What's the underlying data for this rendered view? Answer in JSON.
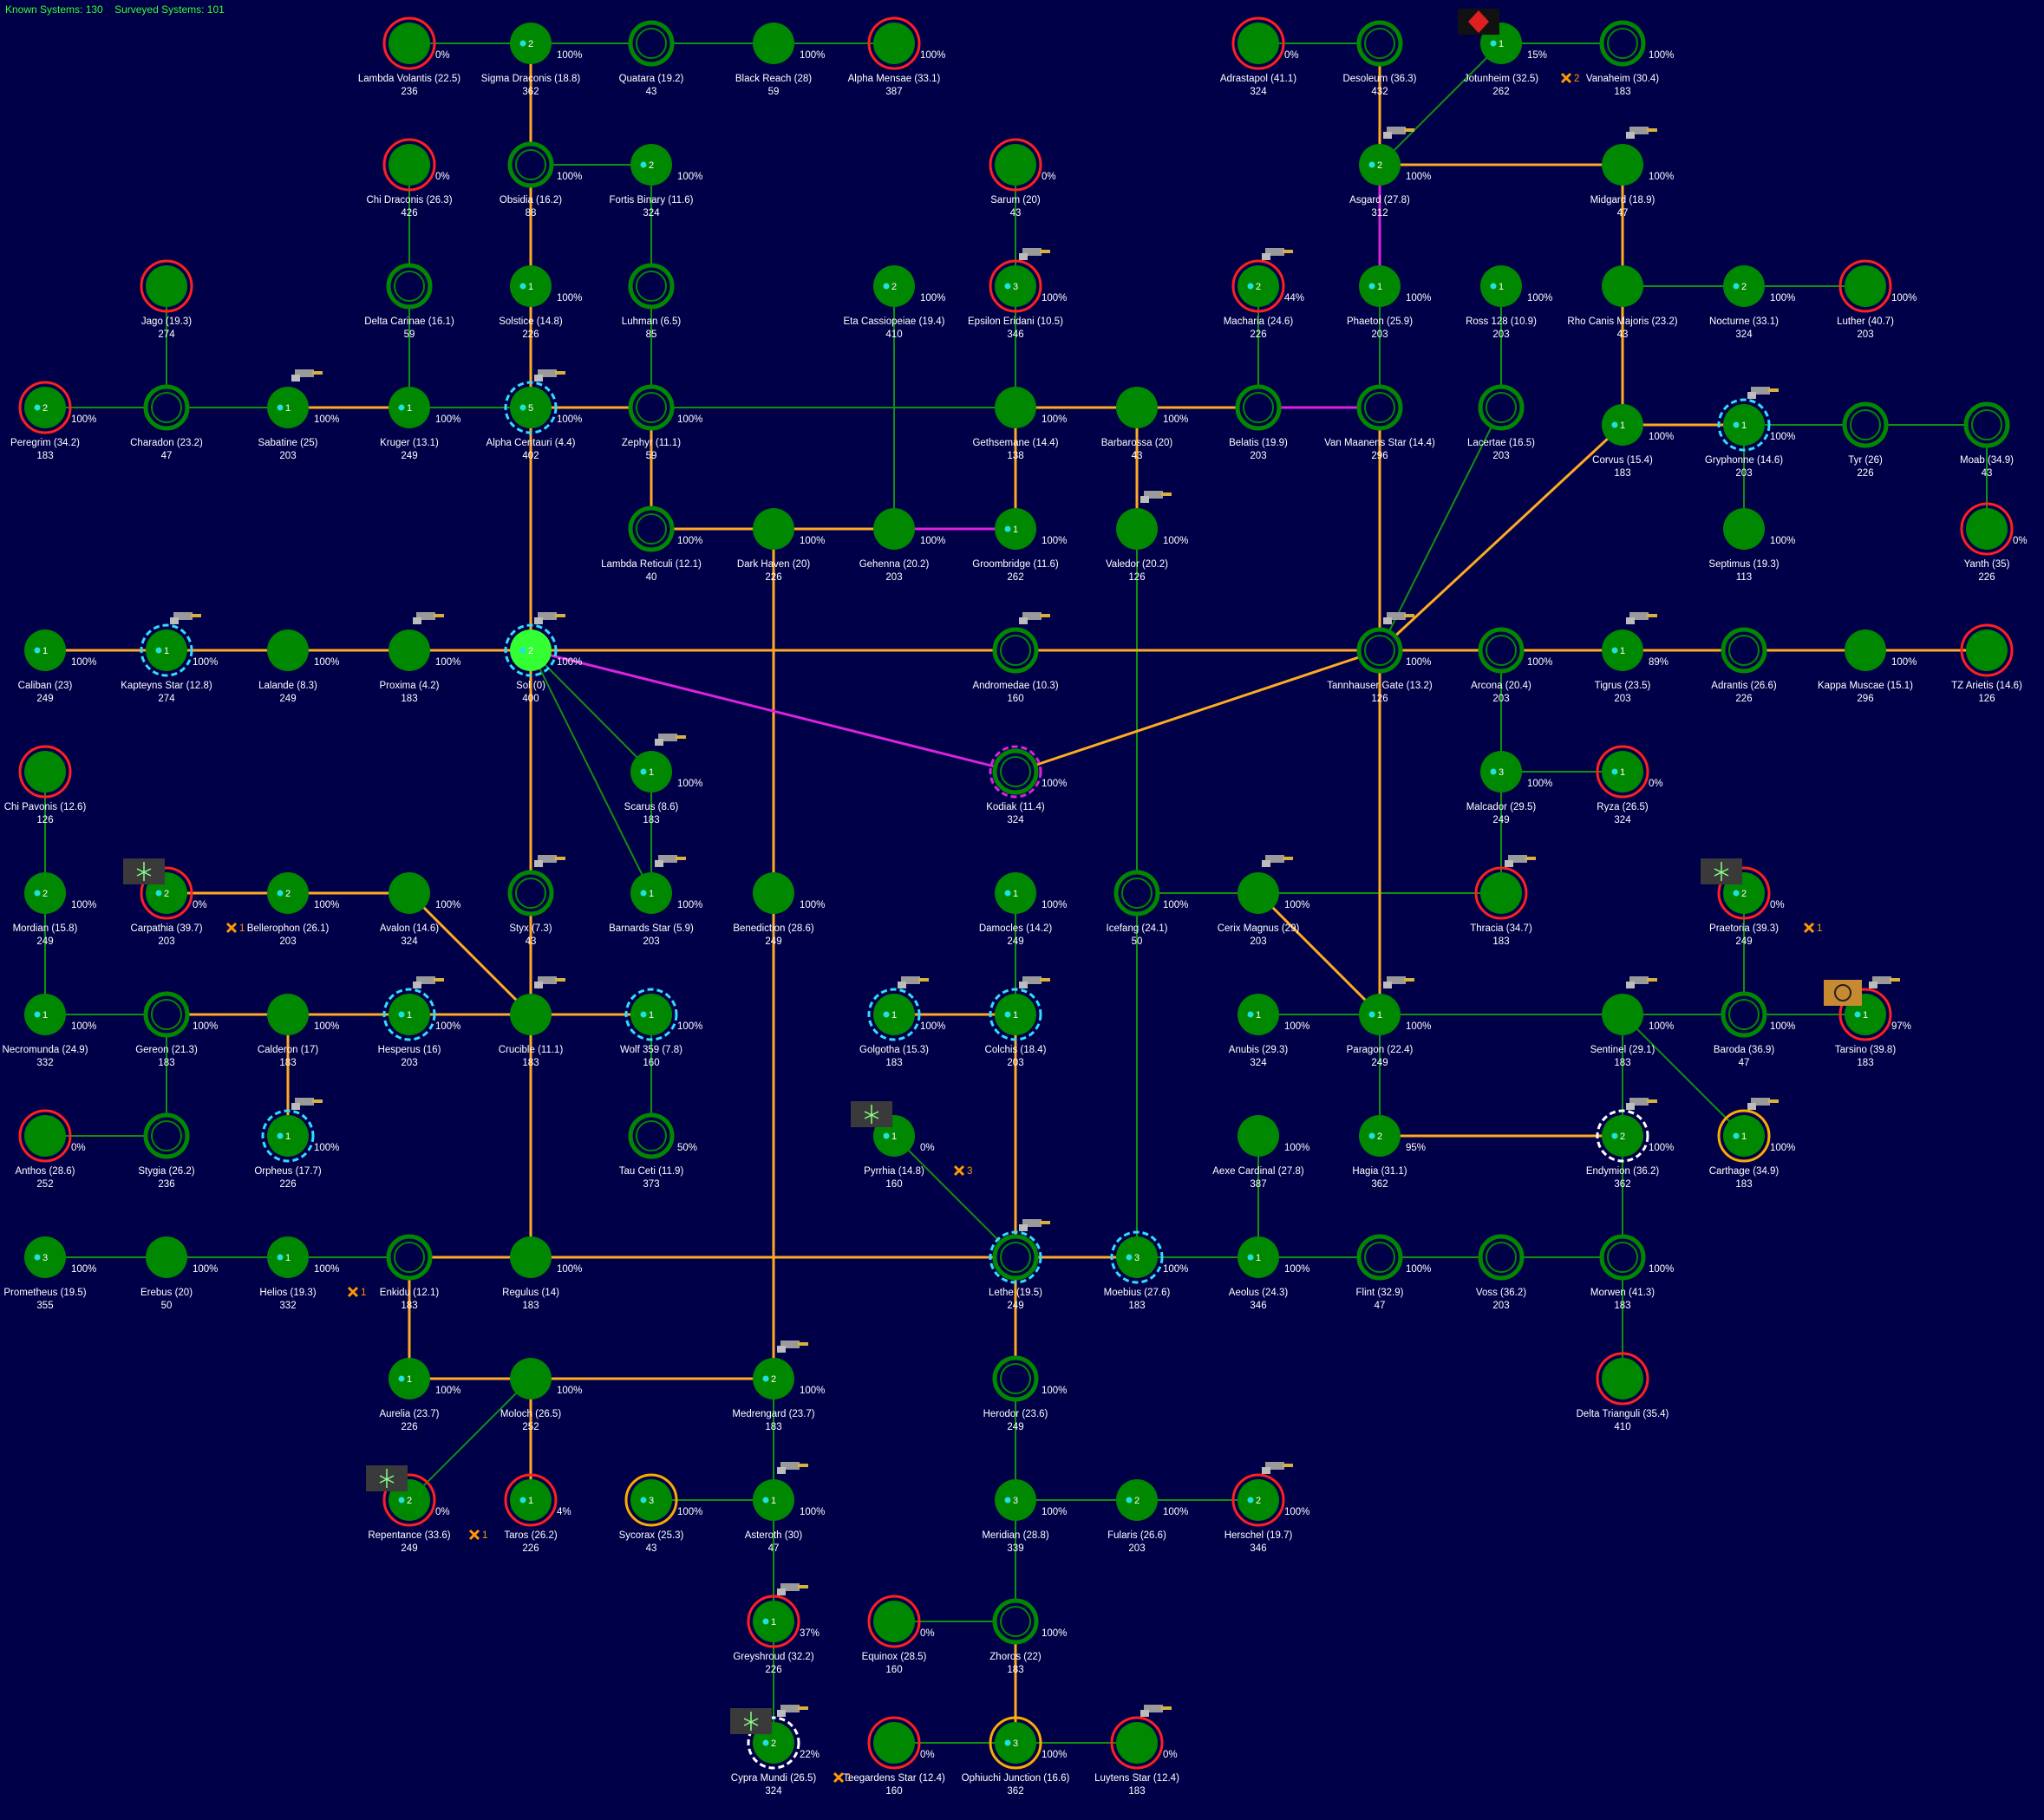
{
  "header": {
    "known_label": "Known Systems: 130",
    "surveyed_label": "Surveyed Systems: 101"
  },
  "colors": {
    "background": "#000048",
    "system_fill": "#008800",
    "lane_green": "#109010",
    "lane_orange": "#ffaa22",
    "lane_magenta": "#dd22dd",
    "ring_red": "#ff2020",
    "ring_cyan": "#33ddff",
    "ring_gold": "#ffaa00",
    "ring_white": "#ffffff",
    "hud_text": "#33ff33"
  },
  "icons": {
    "ship": "ship-icon",
    "waypoint": "waypoint-icon",
    "hazard": "hazard-icon",
    "ruins": "ruins-icon",
    "shield": "shield-icon"
  },
  "systems": [
    {
      "id": "lambda-volantis",
      "name": "Lambda Volantis  (22.5)",
      "pop": "236",
      "pct": "0%",
      "ring": "red"
    },
    {
      "id": "sigma-draconis",
      "name": "Sigma Draconis  (18.8)",
      "pop": "362",
      "pct": "100%",
      "bodies": "2"
    },
    {
      "id": "quatara",
      "name": "Quatara  (19.2)",
      "pop": "43",
      "pct": "",
      "ring": "none",
      "hollow": true
    },
    {
      "id": "black-reach",
      "name": "Black Reach  (28)",
      "pop": "59",
      "pct": "100%"
    },
    {
      "id": "alpha-mensae",
      "name": "Alpha Mensae  (33.1)",
      "pop": "387",
      "pct": "100%",
      "ring": "red"
    },
    {
      "id": "adrastapol",
      "name": "Adrastapol  (41.1)",
      "pop": "324",
      "pct": "0%",
      "ring": "red"
    },
    {
      "id": "desoleum",
      "name": "Desoleum  (36.3)",
      "pop": "432",
      "pct": "",
      "hollow": true
    },
    {
      "id": "jotunheim",
      "name": "Jotunheim  (32.5)",
      "pop": "262",
      "pct": "15%",
      "bodies": "1",
      "extra": "2"
    },
    {
      "id": "vanaheim",
      "name": "Vanaheim  (30.4)",
      "pop": "183",
      "pct": "100%",
      "hollow": true
    },
    {
      "id": "chi-draconis",
      "name": "Chi Draconis  (26.3)",
      "pop": "426",
      "pct": "0%",
      "ring": "red"
    },
    {
      "id": "obsidia",
      "name": "Obsidia  (16.2)",
      "pop": "88",
      "pct": "100%",
      "hollow": true
    },
    {
      "id": "fortis-binary",
      "name": "Fortis Binary  (11.6)",
      "pop": "324",
      "pct": "100%",
      "bodies": "2"
    },
    {
      "id": "sarum",
      "name": "Sarum  (20)",
      "pop": "43",
      "pct": "0%",
      "ring": "red"
    },
    {
      "id": "asgard",
      "name": "Asgard  (27.8)",
      "pop": "312",
      "pct": "100%",
      "bodies": "2"
    },
    {
      "id": "midgard",
      "name": "Midgard  (18.9)",
      "pop": "47",
      "pct": "100%"
    },
    {
      "id": "jago",
      "name": "Jago  (19.3)",
      "pop": "274",
      "pct": "",
      "ring": "red"
    },
    {
      "id": "delta-carinae",
      "name": "Delta Carinae  (16.1)",
      "pop": "59",
      "pct": "",
      "hollow": true
    },
    {
      "id": "solstice",
      "name": "Solstice  (14.8)",
      "pop": "226",
      "pct": "100%",
      "bodies": "1"
    },
    {
      "id": "luhman",
      "name": "Luhman  (6.5)",
      "pop": "85",
      "pct": "",
      "hollow": true
    },
    {
      "id": "eta-cassiopeiae",
      "name": "Eta Cassiopeiae  (19.4)",
      "pop": "410",
      "pct": "100%",
      "bodies": "2"
    },
    {
      "id": "epsilon-eridani",
      "name": "Epsilon Eridani  (10.5)",
      "pop": "346",
      "pct": "100%",
      "bodies": "3",
      "ring": "red"
    },
    {
      "id": "macharia",
      "name": "Macharia  (24.6)",
      "pop": "226",
      "pct": "44%",
      "bodies": "2",
      "ring": "red"
    },
    {
      "id": "phaeton",
      "name": "Phaeton  (25.9)",
      "pop": "203",
      "pct": "100%",
      "bodies": "1"
    },
    {
      "id": "ross-128",
      "name": "Ross 128  (10.9)",
      "pop": "203",
      "pct": "100%",
      "bodies": "1"
    },
    {
      "id": "rho-canis-majoris",
      "name": "Rho Canis Majoris  (23.2)",
      "pop": "43",
      "pct": ""
    },
    {
      "id": "nocturne",
      "name": "Nocturne  (33.1)",
      "pop": "324",
      "pct": "100%",
      "bodies": "2"
    },
    {
      "id": "luther",
      "name": "Luther  (40.7)",
      "pop": "203",
      "pct": "100%",
      "ring": "red"
    },
    {
      "id": "peregrim",
      "name": "Peregrim  (34.2)",
      "pop": "183",
      "pct": "100%",
      "bodies": "2",
      "ring": "red"
    },
    {
      "id": "charadon",
      "name": "Charadon  (23.2)",
      "pop": "47",
      "pct": "",
      "hollow": true
    },
    {
      "id": "sabatine",
      "name": "Sabatine  (25)",
      "pop": "203",
      "pct": "100%",
      "bodies": "1"
    },
    {
      "id": "kruger",
      "name": "Kruger  (13.1)",
      "pop": "249",
      "pct": "100%",
      "bodies": "1"
    },
    {
      "id": "alpha-centauri",
      "name": "Alpha Centauri  (4.4)",
      "pop": "402",
      "pct": "100%",
      "bodies": "5",
      "ring": "cyan"
    },
    {
      "id": "zephyr",
      "name": "Zephyr  (11.1)",
      "pop": "59",
      "pct": "100%",
      "hollow": true
    },
    {
      "id": "gethsemane",
      "name": "Gethsemane  (14.4)",
      "pop": "138",
      "pct": "100%"
    },
    {
      "id": "barbarossa",
      "name": "Barbarossa  (20)",
      "pop": "43",
      "pct": "100%"
    },
    {
      "id": "belatis",
      "name": "Belatis  (19.9)",
      "pop": "203",
      "pct": "",
      "hollow": true
    },
    {
      "id": "van-maanens-star",
      "name": "Van Maanens Star  (14.4)",
      "pop": "296",
      "pct": "",
      "hollow": true
    },
    {
      "id": "lacertae",
      "name": "Lacertae  (16.5)",
      "pop": "203",
      "pct": "",
      "hollow": true
    },
    {
      "id": "corvus",
      "name": "Corvus  (15.4)",
      "pop": "183",
      "pct": "100%",
      "bodies": "1"
    },
    {
      "id": "gryphonne",
      "name": "Gryphonne  (14.6)",
      "pop": "203",
      "pct": "100%",
      "bodies": "1",
      "ring": "cyan"
    },
    {
      "id": "tyr",
      "name": "Tyr  (26)",
      "pop": "226",
      "pct": "",
      "hollow": true
    },
    {
      "id": "moab",
      "name": "Moab  (34.9)",
      "pop": "43",
      "pct": "",
      "hollow": true
    },
    {
      "id": "lambda-reticuli",
      "name": "Lambda Reticuli  (12.1)",
      "pop": "40",
      "pct": "100%",
      "hollow": true
    },
    {
      "id": "dark-haven",
      "name": "Dark Haven  (20)",
      "pop": "226",
      "pct": "100%"
    },
    {
      "id": "gehenna",
      "name": "Gehenna  (20.2)",
      "pop": "203",
      "pct": "100%"
    },
    {
      "id": "groombridge",
      "name": "Groombridge  (11.6)",
      "pop": "262",
      "pct": "100%",
      "bodies": "1"
    },
    {
      "id": "valedor",
      "name": "Valedor  (20.2)",
      "pop": "126",
      "pct": "100%"
    },
    {
      "id": "septimus",
      "name": "Septimus  (19.3)",
      "pop": "113",
      "pct": "100%"
    },
    {
      "id": "yanth",
      "name": "Yanth  (35)",
      "pop": "226",
      "pct": "0%",
      "ring": "red"
    },
    {
      "id": "caliban",
      "name": "Caliban  (23)",
      "pop": "249",
      "pct": "100%",
      "bodies": "1"
    },
    {
      "id": "kapteyns-star",
      "name": "Kapteyns Star  (12.8)",
      "pop": "274",
      "pct": "100%",
      "bodies": "1",
      "ring": "cyan"
    },
    {
      "id": "lalande",
      "name": "Lalande  (8.3)",
      "pop": "249",
      "pct": "100%"
    },
    {
      "id": "proxima",
      "name": "Proxima  (4.2)",
      "pop": "183",
      "pct": "100%"
    },
    {
      "id": "sol",
      "name": "Sol  (0)",
      "pop": "400",
      "pct": "100%",
      "bodies": "2",
      "ring": "cyan",
      "home": true
    },
    {
      "id": "andromedae",
      "name": "Andromedae  (10.3)",
      "pop": "160",
      "pct": "",
      "hollow": true
    },
    {
      "id": "tannhauser-gate",
      "name": "Tannhauser Gate  (13.2)",
      "pop": "126",
      "pct": "100%",
      "hollow": true
    },
    {
      "id": "arcona",
      "name": "Arcona  (20.4)",
      "pop": "203",
      "pct": "100%",
      "hollow": true
    },
    {
      "id": "tigrus",
      "name": "Tigrus  (23.5)",
      "pop": "203",
      "pct": "89%",
      "bodies": "1"
    },
    {
      "id": "adrantis",
      "name": "Adrantis  (26.6)",
      "pop": "226",
      "pct": "",
      "hollow": true
    },
    {
      "id": "kappa-muscae",
      "name": "Kappa Muscae  (15.1)",
      "pop": "296",
      "pct": "100%"
    },
    {
      "id": "tz-arietis",
      "name": "TZ Arietis  (14.6)",
      "pop": "126",
      "pct": "",
      "ring": "red"
    },
    {
      "id": "scarus",
      "name": "Scarus  (8.6)",
      "pop": "183",
      "pct": "100%",
      "bodies": "1"
    },
    {
      "id": "kodiak",
      "name": "Kodiak  (11.4)",
      "pop": "324",
      "pct": "100%",
      "ring": "magenta",
      "hollow": true
    },
    {
      "id": "malcador",
      "name": "Malcador  (29.5)",
      "pop": "249",
      "pct": "100%",
      "bodies": "3"
    },
    {
      "id": "ryza",
      "name": "Ryza  (26.5)",
      "pop": "324",
      "pct": "0%",
      "bodies": "1",
      "ring": "red"
    },
    {
      "id": "chi-pavonis",
      "name": "Chi Pavonis  (12.6)",
      "pop": "126",
      "pct": "",
      "ring": "red"
    },
    {
      "id": "mordian",
      "name": "Mordian  (15.8)",
      "pop": "249",
      "pct": "100%",
      "bodies": "2"
    },
    {
      "id": "carpathia",
      "name": "Carpathia  (39.7)",
      "pop": "203",
      "pct": "0%",
      "bodies": "2",
      "ring": "red",
      "extra": "1"
    },
    {
      "id": "bellerophon",
      "name": "Bellerophon  (26.1)",
      "pop": "203",
      "pct": "100%",
      "bodies": "2"
    },
    {
      "id": "avalon",
      "name": "Avalon  (14.6)",
      "pop": "324",
      "pct": "100%"
    },
    {
      "id": "styx",
      "name": "Styx  (7.3)",
      "pop": "43",
      "pct": "",
      "hollow": true
    },
    {
      "id": "barnards-star",
      "name": "Barnards Star  (5.9)",
      "pop": "203",
      "pct": "100%",
      "bodies": "1"
    },
    {
      "id": "benediction",
      "name": "Benediction  (28.6)",
      "pop": "249",
      "pct": "100%"
    },
    {
      "id": "damocles",
      "name": "Damocles  (14.2)",
      "pop": "249",
      "pct": "100%",
      "bodies": "1"
    },
    {
      "id": "icefang",
      "name": "Icefang  (24.1)",
      "pop": "50",
      "pct": "100%",
      "hollow": true
    },
    {
      "id": "cerix-magnus",
      "name": "Cerix Magnus  (29)",
      "pop": "203",
      "pct": "100%"
    },
    {
      "id": "thracia",
      "name": "Thracia  (34.7)",
      "pop": "183",
      "pct": "",
      "ring": "red"
    },
    {
      "id": "praetoria",
      "name": "Praetoria  (39.3)",
      "pop": "249",
      "pct": "0%",
      "bodies": "2",
      "ring": "red",
      "extra": "1"
    },
    {
      "id": "necromunda",
      "name": "Necromunda  (24.9)",
      "pop": "332",
      "pct": "100%",
      "bodies": "1"
    },
    {
      "id": "gereon",
      "name": "Gereon  (21.3)",
      "pop": "183",
      "pct": "100%",
      "hollow": true
    },
    {
      "id": "calderon",
      "name": "Calderon  (17)",
      "pop": "183",
      "pct": "100%"
    },
    {
      "id": "hesperus",
      "name": "Hesperus  (16)",
      "pop": "203",
      "pct": "100%",
      "bodies": "1",
      "ring": "cyan"
    },
    {
      "id": "crucible",
      "name": "Crucible  (11.1)",
      "pop": "183",
      "pct": ""
    },
    {
      "id": "wolf-359",
      "name": "Wolf 359  (7.8)",
      "pop": "160",
      "pct": "100%",
      "bodies": "1",
      "ring": "cyan"
    },
    {
      "id": "golgotha",
      "name": "Golgotha  (15.3)",
      "pop": "183",
      "pct": "100%",
      "bodies": "1",
      "ring": "cyan"
    },
    {
      "id": "colchis",
      "name": "Colchis  (18.4)",
      "pop": "203",
      "pct": "",
      "bodies": "1",
      "ring": "cyan"
    },
    {
      "id": "anubis",
      "name": "Anubis  (29.3)",
      "pop": "324",
      "pct": "100%",
      "bodies": "1"
    },
    {
      "id": "paragon",
      "name": "Paragon  (22.4)",
      "pop": "249",
      "pct": "100%",
      "bodies": "1"
    },
    {
      "id": "sentinel",
      "name": "Sentinel  (29.1)",
      "pop": "183",
      "pct": "100%"
    },
    {
      "id": "baroda",
      "name": "Baroda  (36.9)",
      "pop": "47",
      "pct": "100%",
      "hollow": true
    },
    {
      "id": "tarsino",
      "name": "Tarsino  (39.8)",
      "pop": "183",
      "pct": "97%",
      "bodies": "1",
      "ring": "red"
    },
    {
      "id": "anthos",
      "name": "Anthos  (28.6)",
      "pop": "252",
      "pct": "0%",
      "ring": "red"
    },
    {
      "id": "stygia",
      "name": "Stygia  (26.2)",
      "pop": "236",
      "pct": "",
      "hollow": true
    },
    {
      "id": "orpheus",
      "name": "Orpheus  (17.7)",
      "pop": "226",
      "pct": "100%",
      "bodies": "1",
      "ring": "cyan"
    },
    {
      "id": "tau-ceti",
      "name": "Tau Ceti  (11.9)",
      "pop": "373",
      "pct": "50%",
      "hollow": true
    },
    {
      "id": "pyrrhia",
      "name": "Pyrrhia  (14.8)",
      "pop": "160",
      "pct": "0%",
      "bodies": "1",
      "extra": "3"
    },
    {
      "id": "aexe-cardinal",
      "name": "Aexe Cardinal  (27.8)",
      "pop": "387",
      "pct": "100%"
    },
    {
      "id": "hagia",
      "name": "Hagia  (31.1)",
      "pop": "362",
      "pct": "95%",
      "bodies": "2"
    },
    {
      "id": "endymion",
      "name": "Endymion  (36.2)",
      "pop": "362",
      "pct": "100%",
      "bodies": "2",
      "ring": "white"
    },
    {
      "id": "carthage",
      "name": "Carthage  (34.9)",
      "pop": "183",
      "pct": "100%",
      "bodies": "1",
      "ring": "gold"
    },
    {
      "id": "prometheus",
      "name": "Prometheus  (19.5)",
      "pop": "355",
      "pct": "100%",
      "bodies": "3"
    },
    {
      "id": "erebus",
      "name": "Erebus  (20)",
      "pop": "50",
      "pct": "100%"
    },
    {
      "id": "helios",
      "name": "Helios  (19.3)",
      "pop": "332",
      "pct": "100%",
      "bodies": "1",
      "extra": "1"
    },
    {
      "id": "enkidu",
      "name": "Enkidu  (12.1)",
      "pop": "183",
      "pct": "",
      "hollow": true
    },
    {
      "id": "regulus",
      "name": "Regulus  (14)",
      "pop": "183",
      "pct": "100%"
    },
    {
      "id": "lethe",
      "name": "Lethe  (19.5)",
      "pop": "249",
      "pct": "",
      "ring": "cyan",
      "hollow": true
    },
    {
      "id": "moebius",
      "name": "Moebius  (27.6)",
      "pop": "183",
      "pct": "100%",
      "bodies": "3",
      "ring": "cyan"
    },
    {
      "id": "aeolus",
      "name": "Aeolus  (24.3)",
      "pop": "346",
      "pct": "100%",
      "bodies": "1"
    },
    {
      "id": "flint",
      "name": "Flint  (32.9)",
      "pop": "47",
      "pct": "100%",
      "hollow": true
    },
    {
      "id": "voss",
      "name": "Voss  (36.2)",
      "pop": "203",
      "pct": "",
      "hollow": true
    },
    {
      "id": "morwen",
      "name": "Morwen  (41.3)",
      "pop": "183",
      "pct": "100%",
      "hollow": true
    },
    {
      "id": "delta-trianguli",
      "name": "Delta Trianguli  (35.4)",
      "pop": "410",
      "pct": "",
      "ring": "red"
    },
    {
      "id": "aurelia",
      "name": "Aurelia  (23.7)",
      "pop": "226",
      "pct": "100%",
      "bodies": "1"
    },
    {
      "id": "moloch",
      "name": "Moloch  (26.5)",
      "pop": "252",
      "pct": "100%"
    },
    {
      "id": "medrengard",
      "name": "Medrengard  (23.7)",
      "pop": "183",
      "pct": "100%",
      "bodies": "2"
    },
    {
      "id": "herodor",
      "name": "Herodor  (23.6)",
      "pop": "249",
      "pct": "100%",
      "hollow": true
    },
    {
      "id": "repentance",
      "name": "Repentance  (33.6)",
      "pop": "249",
      "pct": "0%",
      "bodies": "2",
      "ring": "red",
      "extra": "1"
    },
    {
      "id": "taros",
      "name": "Taros  (26.2)",
      "pop": "226",
      "pct": "4%",
      "bodies": "1",
      "ring": "red"
    },
    {
      "id": "sycorax",
      "name": "Sycorax  (25.3)",
      "pop": "43",
      "pct": "100%",
      "bodies": "3",
      "ring": "gold"
    },
    {
      "id": "asteroth",
      "name": "Asteroth  (30)",
      "pop": "47",
      "pct": "100%",
      "bodies": "1"
    },
    {
      "id": "meridian",
      "name": "Meridian  (28.8)",
      "pop": "339",
      "pct": "100%",
      "bodies": "3"
    },
    {
      "id": "fularis",
      "name": "Fularis  (26.6)",
      "pop": "203",
      "pct": "100%",
      "bodies": "2"
    },
    {
      "id": "herschel",
      "name": "Herschel  (19.7)",
      "pop": "346",
      "pct": "100%",
      "bodies": "2",
      "ring": "red"
    },
    {
      "id": "greyshroud",
      "name": "Greyshroud  (32.2)",
      "pop": "226",
      "pct": "37%",
      "bodies": "1",
      "ring": "red"
    },
    {
      "id": "equinox",
      "name": "Equinox  (28.5)",
      "pop": "160",
      "pct": "0%",
      "ring": "red"
    },
    {
      "id": "zhoros",
      "name": "Zhoros  (22)",
      "pop": "183",
      "pct": "100%",
      "hollow": true
    },
    {
      "id": "cypra-mundi",
      "name": "Cypra Mundi  (26.5)",
      "pop": "324",
      "pct": "22%",
      "bodies": "2",
      "ring": "white",
      "extra": "1"
    },
    {
      "id": "teegardens-star",
      "name": "Teegardens Star  (12.4)",
      "pop": "160",
      "pct": "0%",
      "ring": "red"
    },
    {
      "id": "ophiuchi-junction",
      "name": "Ophiuchi Junction  (16.6)",
      "pop": "362",
      "pct": "100%",
      "bodies": "3",
      "ring": "gold"
    },
    {
      "id": "luytens-star",
      "name": "Luytens Star  (12.4)",
      "pop": "183",
      "pct": "0%",
      "ring": "red"
    }
  ]
}
